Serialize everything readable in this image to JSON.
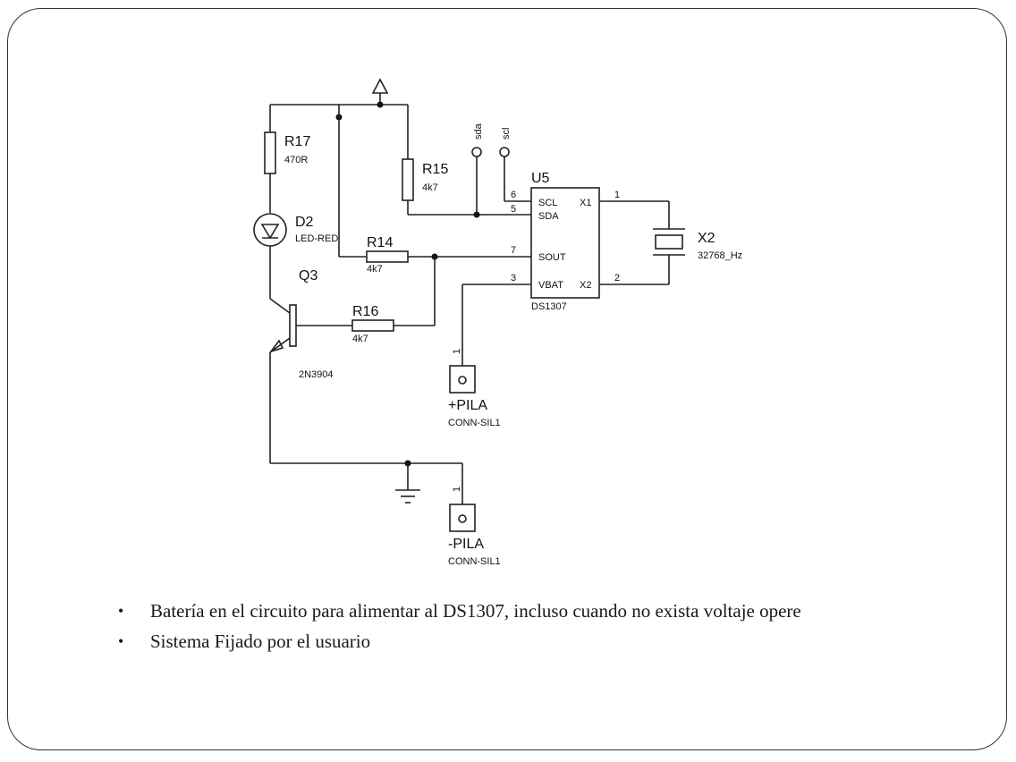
{
  "components": {
    "r17": {
      "ref": "R17",
      "value": "470R"
    },
    "r15": {
      "ref": "R15",
      "value": "4k7"
    },
    "r14": {
      "ref": "R14",
      "value": "4k7"
    },
    "r16": {
      "ref": "R16",
      "value": "4k7"
    },
    "d2": {
      "ref": "D2",
      "value": "LED-RED"
    },
    "q3": {
      "ref": "Q3",
      "value": "2N3904"
    },
    "u5": {
      "ref": "U5",
      "value": "DS1307",
      "pins": {
        "scl": "SCL",
        "sda": "SDA",
        "sout": "SOUT",
        "vbat": "VBAT",
        "x1": "X1",
        "x2": "X2"
      },
      "pin_numbers": {
        "scl": "6",
        "sda": "5",
        "sout": "7",
        "vbat": "3",
        "x1": "1",
        "x2": "2"
      }
    },
    "x2": {
      "ref": "X2",
      "value": "32768_Hz"
    },
    "conn_plus": {
      "ref": "+PILA",
      "value": "CONN-SIL1",
      "pin": "1"
    },
    "conn_minus": {
      "ref": "-PILA",
      "value": "CONN-SIL1",
      "pin": "1"
    }
  },
  "terminals": {
    "sda": "sda",
    "scl": "scl"
  },
  "bullets": [
    "Batería en el circuito para alimentar al DS1307, incluso cuando no exista voltaje opere",
    "Sistema Fijado por el usuario"
  ],
  "bullet_mark": "•"
}
